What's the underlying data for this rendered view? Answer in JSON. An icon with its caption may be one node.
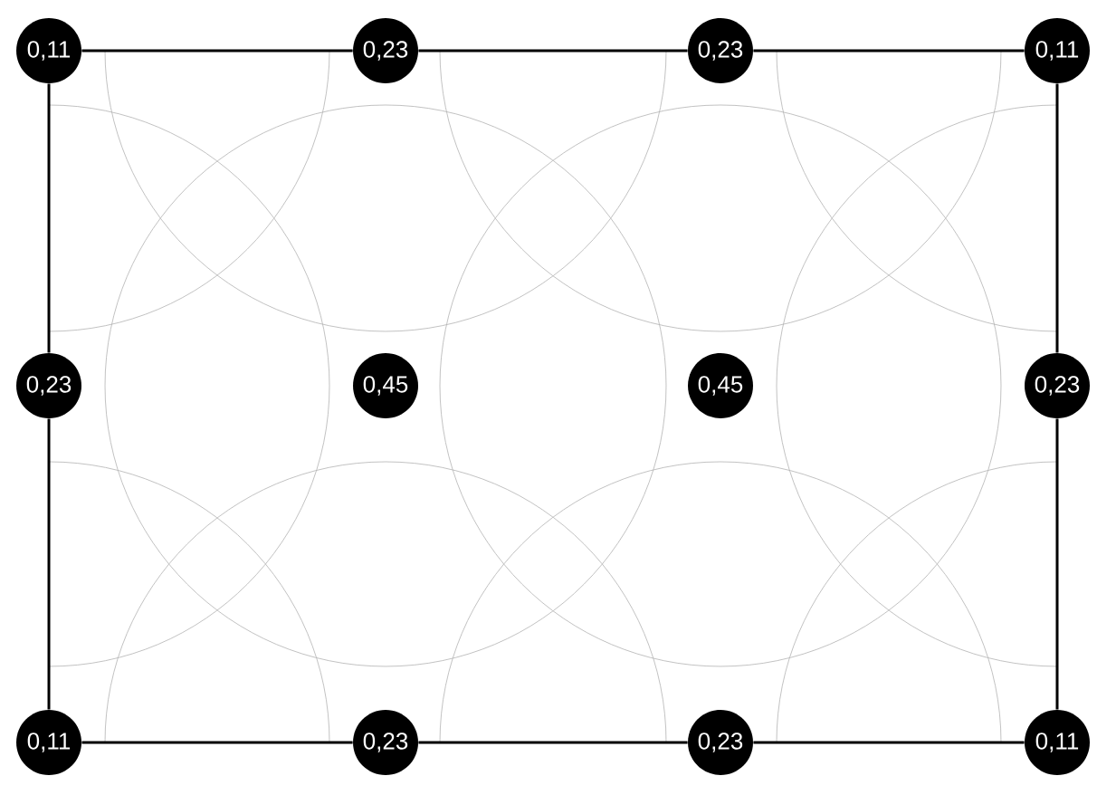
{
  "diagram": {
    "nodes": [
      {
        "text": [
          "0,11"
        ]
      },
      {
        "text": [
          "0,23"
        ]
      },
      {
        "text": [
          "0,23"
        ]
      },
      {
        "text": [
          "0,11"
        ]
      },
      {
        "text": [
          "0,23"
        ]
      },
      {
        "text": [
          "0,45"
        ]
      },
      {
        "text": [
          "0,45"
        ]
      },
      {
        "text": [
          "0,23"
        ]
      },
      {
        "text": [
          "0,11"
        ]
      },
      {
        "text": [
          "0,23"
        ]
      },
      {
        "text": [
          "0,23"
        ]
      },
      {
        "text": [
          "0,11"
        ]
      }
    ],
    "edges": [
      {
        "from": 0,
        "to": 1,
        "arrow": "none"
      },
      {
        "from": 1,
        "to": 2,
        "arrow": "none"
      },
      {
        "from": 2,
        "to": 3,
        "arrow": "none"
      },
      {
        "from": 0,
        "to": 4,
        "arrow": "none"
      },
      {
        "from": 4,
        "to": 8,
        "arrow": "none"
      },
      {
        "from": 3,
        "to": 7,
        "arrow": "none"
      },
      {
        "from": 7,
        "to": 11,
        "arrow": "none"
      },
      {
        "from": 8,
        "to": 9,
        "arrow": "none"
      },
      {
        "from": 9,
        "to": 10,
        "arrow": "none"
      },
      {
        "from": 10,
        "to": 11,
        "arrow": "none"
      }
    ]
  }
}
